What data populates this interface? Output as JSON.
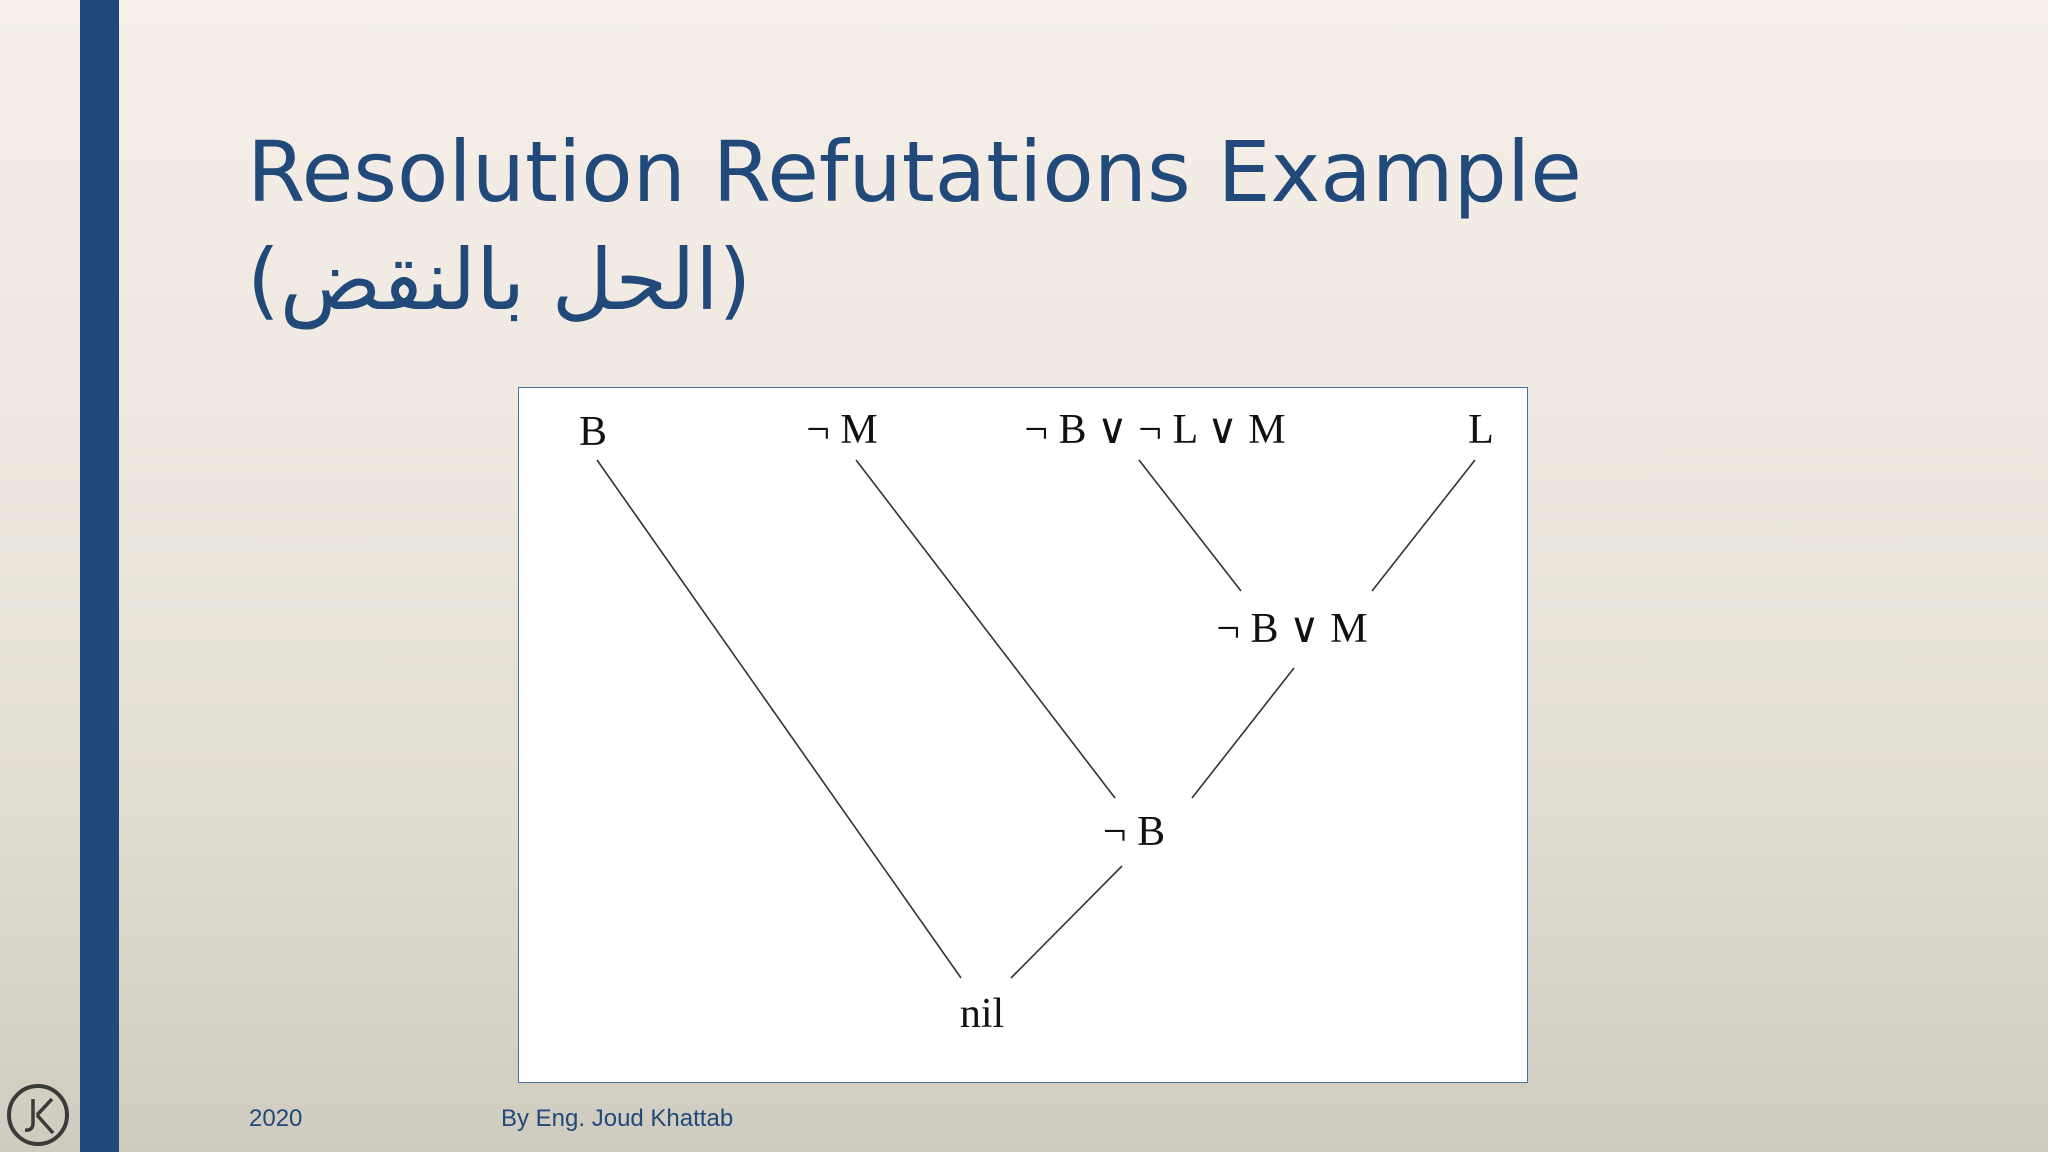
{
  "slide": {
    "title_line1": "Resolution Refutations Example",
    "title_line2": "(الحل بالنقض)",
    "footer_year": "2020",
    "footer_author": "By Eng. Joud Khattab",
    "logo_text": "JK",
    "accent_color": "#21497a"
  },
  "diagram": {
    "nodes": {
      "b": "B",
      "not_m": "¬ M",
      "not_b_or_not_l_or_m": "¬ B ∨ ¬ L ∨ M",
      "l": "L",
      "not_b_or_m": "¬ B ∨ M",
      "not_b": "¬ B",
      "nil": "nil"
    }
  }
}
